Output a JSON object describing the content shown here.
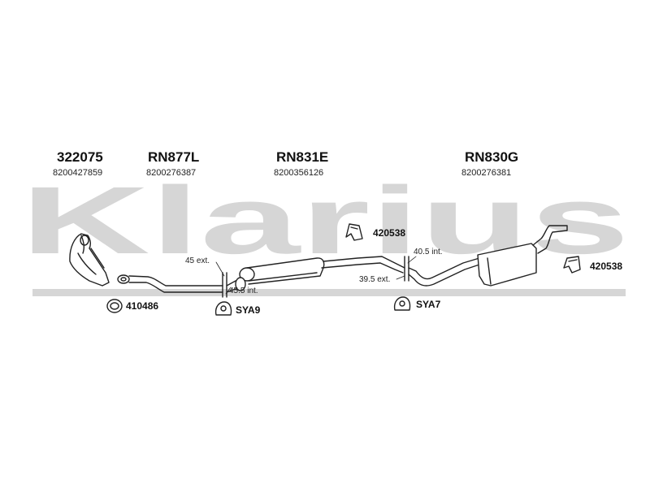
{
  "watermark": {
    "text": "Klarius",
    "color": "#d6d6d6"
  },
  "components": [
    {
      "code": "322075",
      "ref": "8200427859"
    },
    {
      "code": "RN877L",
      "ref": "8200276387"
    },
    {
      "code": "RN831E",
      "ref": "8200356126"
    },
    {
      "code": "RN830G",
      "ref": "8200276381"
    }
  ],
  "parts": {
    "seal": "410486",
    "hanger_sya9": "SYA9",
    "hanger_sya7": "SYA7",
    "mount_mid": "420538",
    "mount_rear": "420538"
  },
  "dimensions": {
    "front_ext": "45 ext.",
    "front_int": "45.5 int.",
    "rear_int": "40.5 int.",
    "rear_ext": "39.5 ext."
  },
  "colors": {
    "line": "#222222",
    "text": "#111111"
  }
}
